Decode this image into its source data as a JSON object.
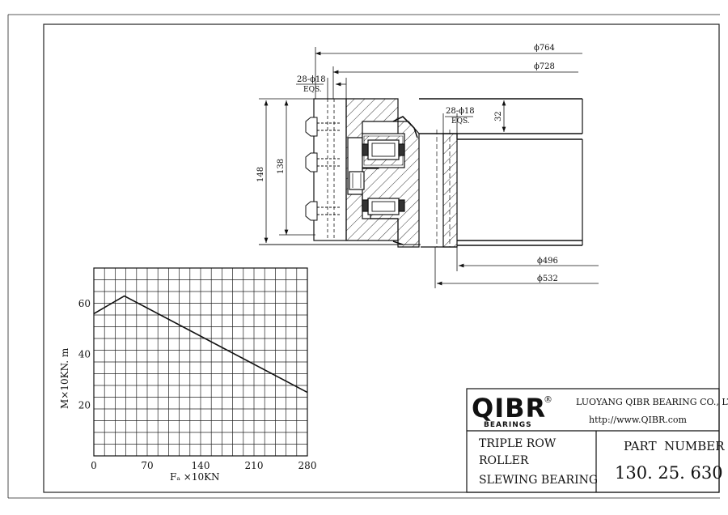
{
  "dimensions": {
    "outer_diameter": "ϕ764",
    "bolt_circle_outer": "ϕ728",
    "outer_holes": "28-ϕ18",
    "outer_holes_note": "EQS.",
    "inner_holes": "28-ϕ18",
    "inner_holes_note": "EQS.",
    "height_total": "148",
    "height_inner": "138",
    "offset": "32",
    "inner_diameter": "ϕ496",
    "bolt_circle_inner": "ϕ532"
  },
  "chart_data": {
    "type": "line",
    "ylabel": "M×10KN. m",
    "xlabel": "Fₐ ×10KN",
    "xlim": [
      0,
      280
    ],
    "ylim": [
      0,
      74
    ],
    "x_ticks": [
      "0",
      "70",
      "140",
      "210",
      "280"
    ],
    "y_ticks": [
      "20",
      "40",
      "60"
    ],
    "x_tick_values": [
      0,
      70,
      140,
      210,
      280
    ],
    "y_tick_values": [
      20,
      40,
      60
    ],
    "grid": true,
    "series": [
      {
        "x": [
          0,
          40,
          280
        ],
        "y": [
          56,
          63,
          25
        ]
      }
    ]
  },
  "title_block": {
    "logo_text": "QIBR",
    "logo_mark": "®",
    "logo_subtext": "BEARINGS",
    "company": "LUOYANG QIBR BEARING CO., LTD",
    "website": "http://www.QIBR.com",
    "product_line1": "TRIPLE ROW",
    "product_line2": "ROLLER",
    "product_line3": "SLEWING BEARING",
    "part_label": "PART  NUMBER",
    "part_number": "130. 25. 630"
  }
}
